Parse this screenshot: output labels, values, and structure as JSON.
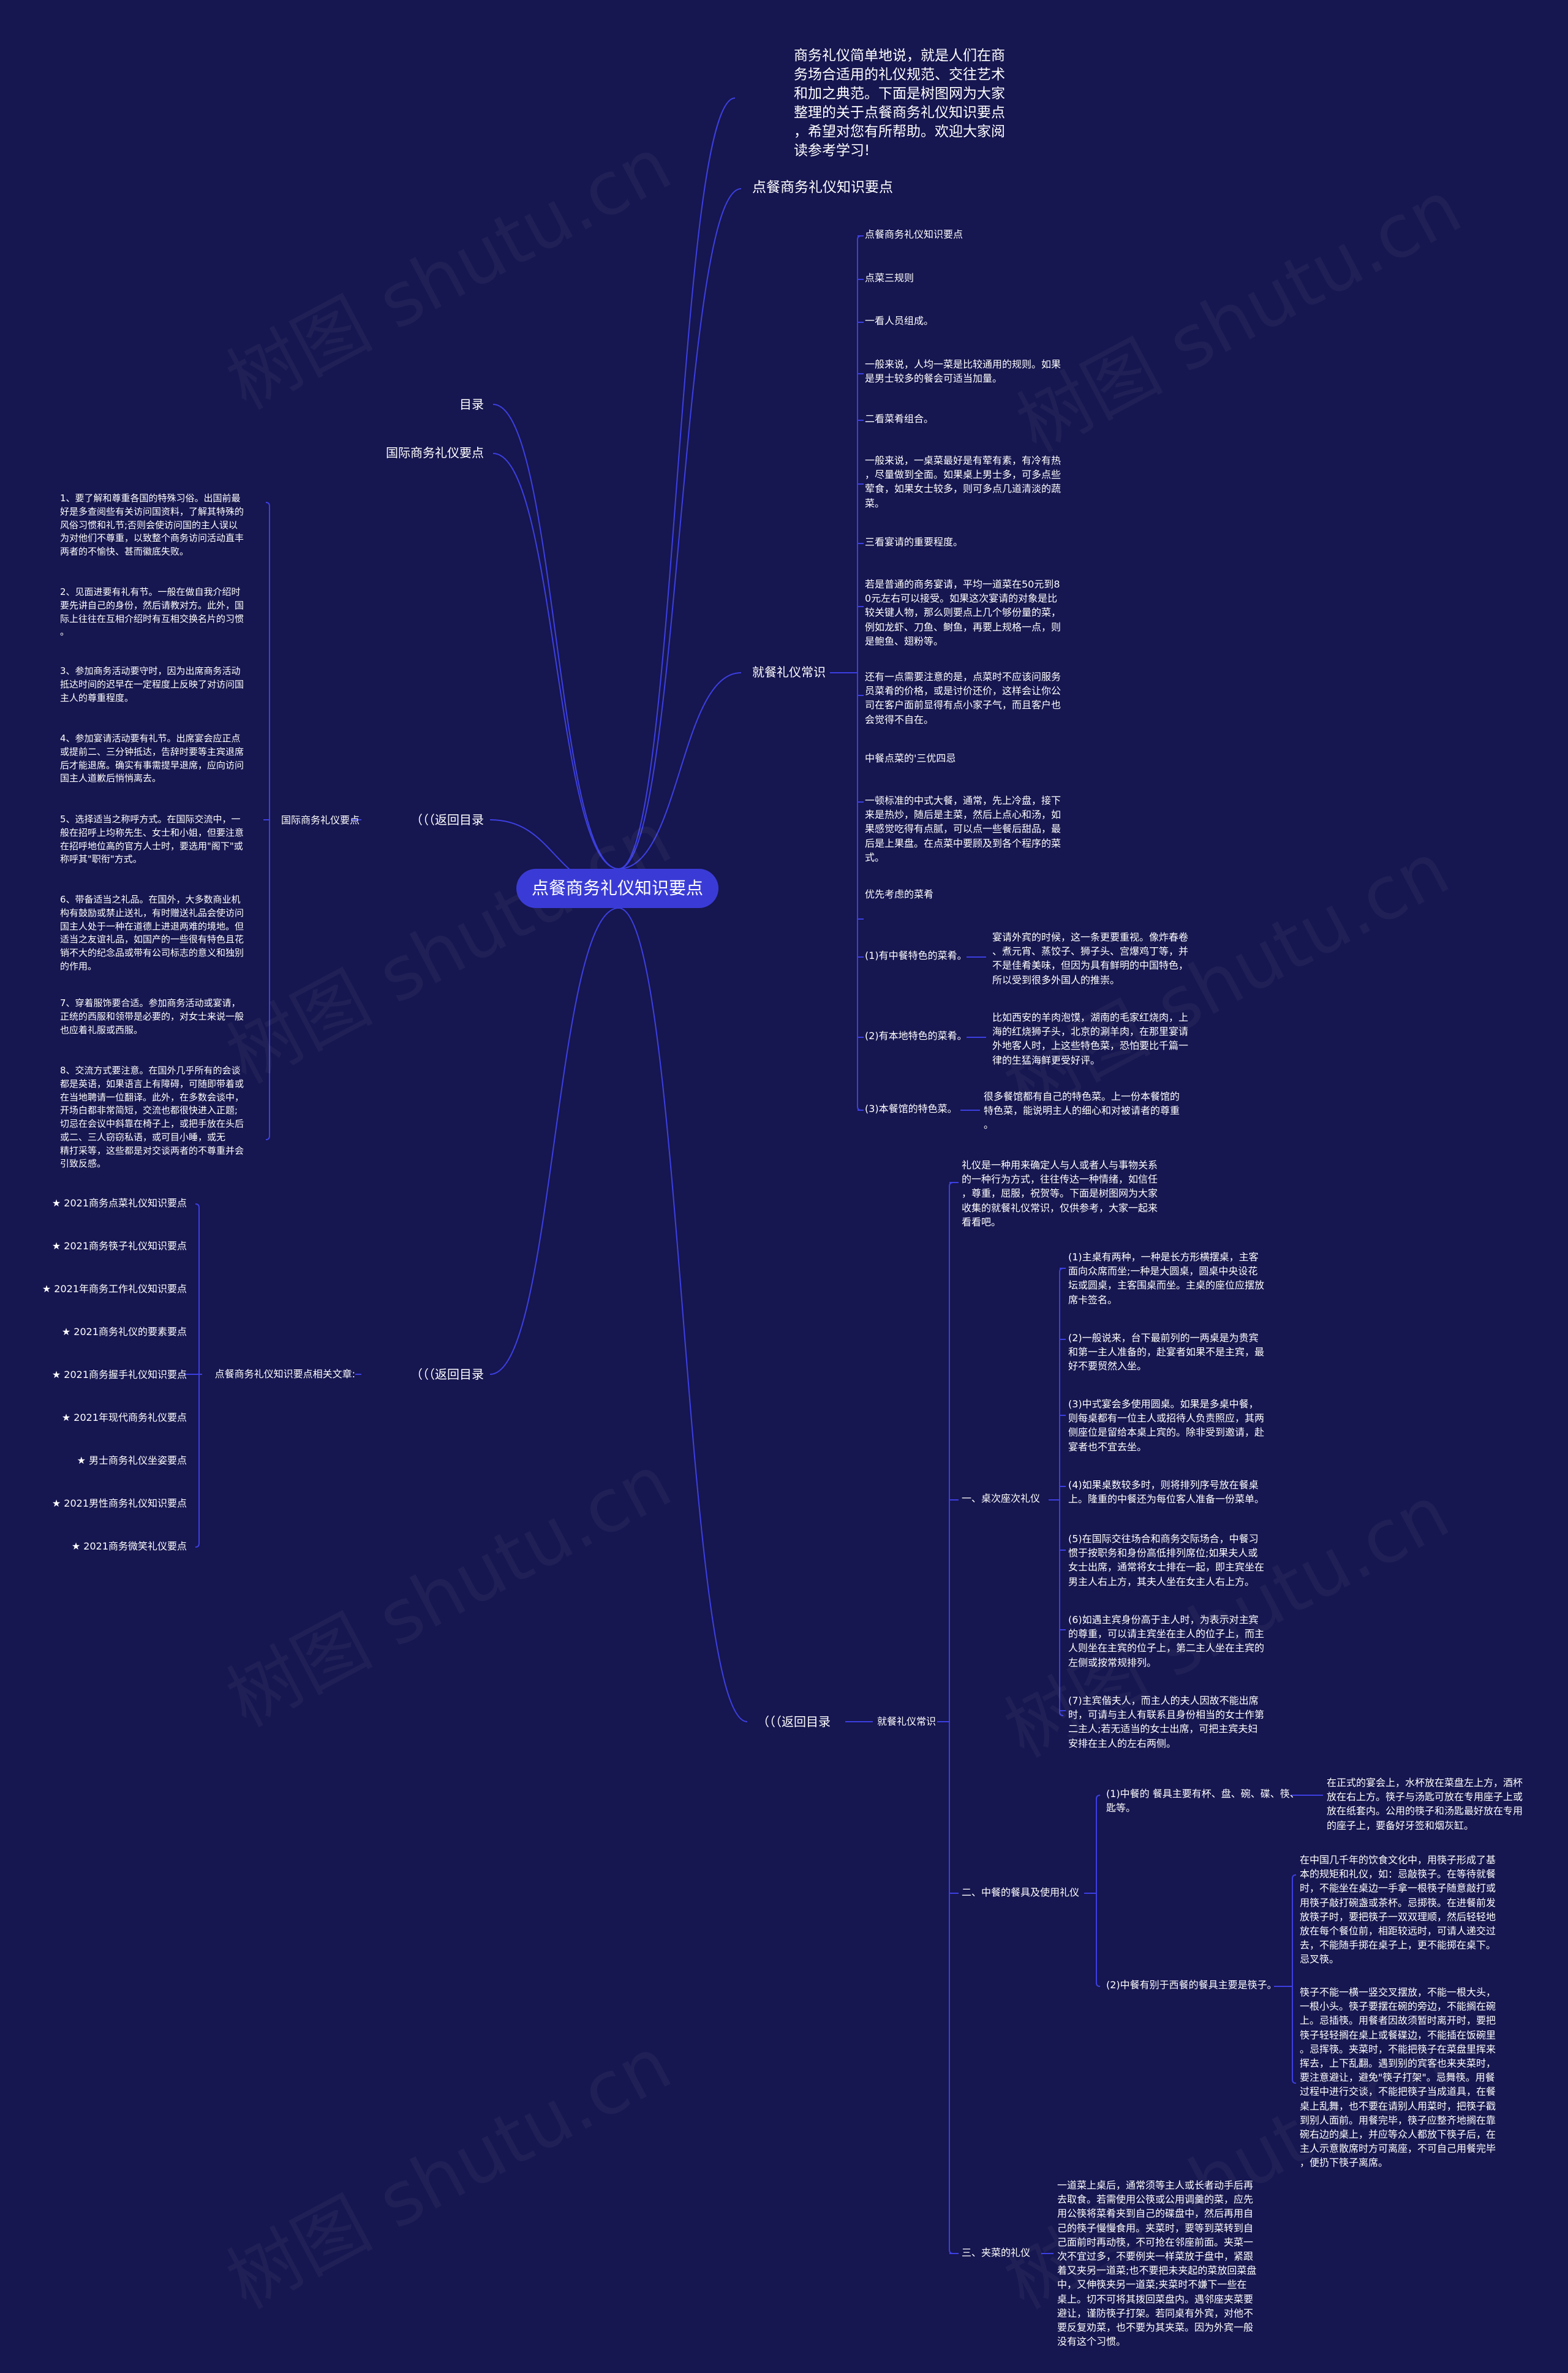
{
  "watermark": "树图 shutu.cn",
  "colors": {
    "background": "#161650",
    "root": "#3a3bd6",
    "link": "#3c3fe0",
    "text": "#ffffff"
  },
  "root": "点餐商务礼仪知识要点",
  "right": {
    "intro": "商务礼仪简单地说，就是人们在商\n务场合适用的礼仪规范、交往艺术\n和加之典范。下面是树图网为大家\n整理的关于点餐商务礼仪知识要点\n，希望对您有所帮助。欢迎大家阅\n读参考学习!",
    "title_node": "点餐商务礼仪知识要点",
    "jiucan": {
      "label": "就餐礼仪常识",
      "items": [
        "点餐商务礼仪知识要点",
        "点菜三规则",
        "一看人员组成。",
        "一般来说，人均一菜是比较通用的规则。如果\n是男士较多的餐会可适当加量。",
        "二看菜肴组合。",
        "一般来说，一桌菜最好是有荤有素，有冷有热\n，尽量做到全面。如果桌上男士多，可多点些\n荤食，如果女士较多，则可多点几道清淡的蔬\n菜。",
        "三看宴请的重要程度。",
        "若是普通的商务宴请，平均一道菜在50元到8\n0元左右可以接受。如果这次宴请的对象是比\n较关键人物，那么则要点上几个够份量的菜，\n例如龙虾、刀鱼、鲥鱼，再要上规格一点，则\n是鲍鱼、翅粉等。",
        "还有一点需要注意的是，点菜时不应该问服务\n员菜肴的价格，或是讨价还价，这样会让你公\n司在客户面前显得有点小家子气，而且客户也\n会觉得不自在。",
        "中餐点菜的'三优四忌",
        "一顿标准的中式大餐，通常，先上冷盘，接下\n来是热炒，随后是主菜，然后上点心和汤，如\n果感觉吃得有点腻，可以点一些餐后甜品，最\n后是上果盘。在点菜中要顾及到各个程序的菜\n式。",
        "优先考虑的菜肴"
      ],
      "specials": [
        {
          "label": "(1)有中餐特色的菜肴。",
          "text": "宴请外宾的时候，这一条更要重视。像炸春卷\n、煮元宵、蒸饺子、狮子头、宫爆鸡丁等，并\n不是佳肴美味，但因为具有鲜明的中国特色，\n所以受到很多外国人的推崇。"
        },
        {
          "label": "(2)有本地特色的菜肴。",
          "text": "比如西安的羊肉泡馍，湖南的毛家红烧肉，上\n海的红烧狮子头，北京的涮羊肉，在那里宴请\n外地客人时，上这些特色菜，恐怕要比千篇一\n律的生猛海鲜更受好评。"
        },
        {
          "label": "(3)本餐馆的特色菜。",
          "text": "很多餐馆都有自己的特色菜。上一份本餐馆的\n特色菜，能说明主人的细心和对被请者的尊重\n。"
        }
      ]
    },
    "back_bottom": {
      "label": "（（（返回目录",
      "sub": "就餐礼仪常识",
      "intro": "礼仪是一种用来确定人与人或者人与事物关系\n的一种行为方式，往往传达一种情绪，如信任\n，尊重，屈服，祝贺等。下面是树图网为大家\n收集的就餐礼仪常识，仅供参考，大家一起来\n看看吧。",
      "s1": {
        "label": "一、桌次座次礼仪",
        "items": [
          "(1)主桌有两种，一种是长方形横摆桌，主客\n面向众席而坐;一种是大圆桌，圆桌中央设花\n坛或圆桌，主客围桌而坐。主桌的座位应摆放\n席卡签名。",
          "(2)一般说来，台下最前列的一两桌是为贵宾\n和第一主人准备的，赴宴者如果不是主宾，最\n好不要贸然入坐。",
          "(3)中式宴会多使用圆桌。如果是多桌中餐，\n则每桌都有一位主人或招待人负责照应，其两\n侧座位是留给本桌上宾的。除非受到邀请，赴\n宴者也不宜去坐。",
          "(4)如果桌数较多时，则将排列序号放在餐桌\n上。隆重的中餐还为每位客人准备一份菜单。",
          "(5)在国际交往场合和商务交际场合，中餐习\n惯于按职务和身份高低排列席位;如果夫人或\n女士出席，通常将女士排在一起，即主宾坐在\n男主人右上方，其夫人坐在女主人右上方。",
          "(6)如遇主宾身份高于主人时，为表示对主宾\n的尊重，可以请主宾坐在主人的位子上，而主\n人则坐在主宾的位子上，第二主人坐在主宾的\n左侧或按常规排列。",
          "(7)主宾偕夫人，而主人的夫人因故不能出席\n时，可请与主人有联系且身份相当的女士作第\n二主人;若无适当的女士出席，可把主宾夫妇\n安排在主人的左右两侧。"
        ]
      },
      "s2": {
        "label": "二、中餐的餐具及使用礼仪",
        "a_label": "(1)中餐的 餐具主要有杯、盘、碗、碟、筷、\n匙等。",
        "a_text": "在正式的宴会上，水杯放在菜盘左上方，酒杯\n放在右上方。筷子与汤匙可放在专用座子上或\n放在纸套内。公用的筷子和汤匙最好放在专用\n的座子上，要备好牙签和烟灰缸。",
        "b_label": "(2)中餐有别于西餐的餐具主要是筷子。",
        "b_texts": [
          "在中国几千年的饮食文化中，用筷子形成了基\n本的规矩和礼仪，如：忌敲筷子。在等待就餐\n时，不能坐在桌边一手拿一根筷子随意敲打或\n用筷子敲打碗盏或茶杯。忌掷筷。在进餐前发\n放筷子时，要把筷子一双双理顺，然后轻轻地\n放在每个餐位前，相距较远时，可请人递交过\n去，不能随手掷在桌子上，更不能掷在桌下。\n忌叉筷。",
          "筷子不能一横一竖交叉摆放，不能一根大头，\n一根小头。筷子要摆在碗的旁边，不能搁在碗\n上。忌插筷。用餐者因故须暂时离开时，要把\n筷子轻轻搁在桌上或餐碟边，不能插在饭碗里\n。忌挥筷。夹菜时，不能把筷子在菜盘里挥来\n挥去，上下乱翻。遇到别的宾客也来夹菜时，\n要注意避让，避免\"筷子打架\"。忌舞筷。用餐\n过程中进行交谈，不能把筷子当成道具，在餐\n桌上乱舞，也不要在请别人用菜时，把筷子戳\n到别人面前。用餐完毕，筷子应整齐地搁在靠\n碗右边的桌上，并应等众人都放下筷子后，在\n主人示意散席时方可离座，不可自己用餐完毕\n，便扔下筷子离席。"
        ]
      },
      "s3": {
        "label": "三、夹菜的礼仪",
        "text": "一道菜上桌后，通常须等主人或长者动手后再\n去取食。若需使用公筷或公用调羹的菜，应先\n用公筷将菜肴夹到自己的碟盘中，然后再用自\n己的筷子慢慢食用。夹菜时，要等到菜转到自\n己面前时再动筷，不可抢在邻座前面。夹菜一\n次不宜过多，不要例夹一样菜放于盘中，紧跟\n着又夹另一道菜;也不要把未夹起的菜放回菜盘\n中，又伸筷夹另一道菜;夹菜时不嫌下一些在\n桌上。切不可将其拨回菜盘内。遇邻座夹菜要\n避让，谨防筷子打架。若同桌有外宾，对他不\n要反复劝菜，也不要为其夹菜。因为外宾一般\n没有这个习惯。"
      }
    }
  },
  "left": {
    "mulu": "目录",
    "guoji": "国际商务礼仪要点",
    "back1": {
      "label": "（（（返回目录",
      "sub": "国际商务礼仪要点",
      "items": [
        "1、要了解和尊重各国的特殊习俗。出国前最\n好是多查阅些有关访问国资料，了解其特殊的\n风俗习惯和礼节;否则会使访问国的主人误以\n为对他们不尊重，以致整个商务访问活动直丰\n两者的不愉快、甚而徽底失败。",
        "2、见面进要有礼有节。一般在做自我介绍时\n要先讲自己的身份，然后请教对方。此外，国\n际上往往在互相介绍时有互相交换名片的习惯\n。",
        "3、参加商务活动要守时，因为出席商务活动\n抵达时间的迟早在一定程度上反映了对访问国\n主人的尊重程度。",
        "4、参加宴请活动要有礼节。出席宴会应正点\n或提前二、三分钟抵达，告辞时要等主宾退席\n后才能退席。确实有事需提早退席，应向访问\n国主人道歉后悄悄离去。",
        "5、选择适当之称呼方式。在国际交流中，一\n般在招呼上均称先生、女士和小姐，但要注意\n在招呼地位高的官方人士时，要选用\"阁下\"或\n称呼其\"职衔\"方式。",
        "6、带备适当之礼品。在国外，大多数商业机\n构有鼓励或禁止送礼，有时赠送礼品会使访问\n国主人处于一种在道德上进退两难的境地。但\n适当之友谊礼品，如国产的一些很有特色且花\n销不大的纪念品或带有公司标志的意义和独别\n的作用。",
        "7、穿着服饰要合适。参加商务活动或宴请，\n正统的西服和领带是必要的，对女士来说一般\n也应着礼服或西服。",
        "8、交流方式要注意。在国外几乎所有的会谈\n都是英语，如果语言上有障碍，可随即带着或\n在当地聘请一位翻译。此外，在多数会谈中，\n开场白都非常简短，交流也都很快进入正题;\n切忌在会议中斜靠在椅子上，或把手放在头后\n或二、三人窃窃私语，或可目小睡，或无\n精打采等，这些都是对交谈两者的不尊重并会\n引致反感。"
      ]
    },
    "back2": {
      "label": "（（（返回目录",
      "sub": "点餐商务礼仪知识要点相关文章:",
      "items": [
        "★ 2021商务点菜礼仪知识要点",
        "★ 2021商务筷子礼仪知识要点",
        "★ 2021年商务工作礼仪知识要点",
        "★ 2021商务礼仪的要素要点",
        "★ 2021商务握手礼仪知识要点",
        "★ 2021年现代商务礼仪要点",
        "★ 男士商务礼仪坐姿要点",
        "★ 2021男性商务礼仪知识要点",
        "★ 2021商务微笑礼仪要点"
      ]
    }
  }
}
